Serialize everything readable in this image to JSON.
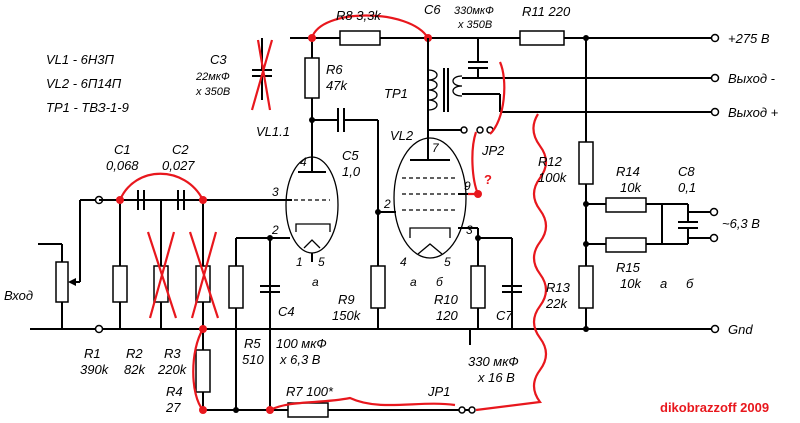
{
  "parts_list": {
    "vl1": "VL1 - 6Н3П",
    "vl2": "VL2 - 6П14П",
    "tr1": "TP1 - ТВЗ-1-9"
  },
  "components": {
    "c1_name": "C1",
    "c1_value": "0,068",
    "c2_name": "C2",
    "c2_value": "0,027",
    "c3_name": "C3",
    "c3_value": "22мкФ",
    "c3_volt": "x 350В",
    "c4_name": "C4",
    "c5_name": "C5",
    "c5_value": "1,0",
    "c6_name": "C6",
    "c6_value": "330мкФ",
    "c6_volt": "x 350В",
    "c7_name": "C7",
    "c7_value": "330 мкФ",
    "c7_volt": "x 16 В",
    "c8_name": "C8",
    "c8_value": "0,1",
    "c4_value": "100 мкФ",
    "c4_volt": "x 6,3 В",
    "r1_name": "R1",
    "r1_value": "390k",
    "r2_name": "R2",
    "r2_value": "82k",
    "r3_name": "R3",
    "r3_value": "220k",
    "r4_name": "R4",
    "r4_value": "27",
    "r5_name": "R5",
    "r5_value": "510",
    "r6_name": "R6",
    "r6_value": "47k",
    "r7_label": "R7 100*",
    "r8_label": "R8 3,3k",
    "r9_name": "R9",
    "r9_value": "150k",
    "r10_name": "R10",
    "r10_value": "120",
    "r11_label": "R11 220",
    "r12_name": "R12",
    "r12_value": "100k",
    "r13_name": "R13",
    "r13_value": "22k",
    "r14_name": "R14",
    "r14_value": "10k",
    "r15_name": "R15",
    "r15_value": "10k",
    "vl11": "VL1.1",
    "vl2": "VL2",
    "tp1": "TP1",
    "jp1": "JP1",
    "jp2": "JP2"
  },
  "terminals": {
    "b_plus": "+275 В",
    "out_minus": "Выход -",
    "out_plus": "Выход +",
    "heater": "~6,3 В",
    "gnd": "Gnd",
    "input": "Вход"
  },
  "pins": {
    "p3a": "3",
    "p4a": "4",
    "p2a": "2",
    "p1a": "1",
    "p5a": "5",
    "pa1": "а",
    "p2b": "2",
    "p3b": "3",
    "p4b": "4",
    "p5b": "5",
    "p6b": "б",
    "pab": "а",
    "p7": "7",
    "p9": "9",
    "ha": "а",
    "hb": "б"
  },
  "annotations": {
    "question": "?"
  },
  "signature": "dikobrazzoff 2009",
  "colors": {
    "ink": "#000000",
    "mod": "#e8171d",
    "paper": "#ffffff"
  }
}
